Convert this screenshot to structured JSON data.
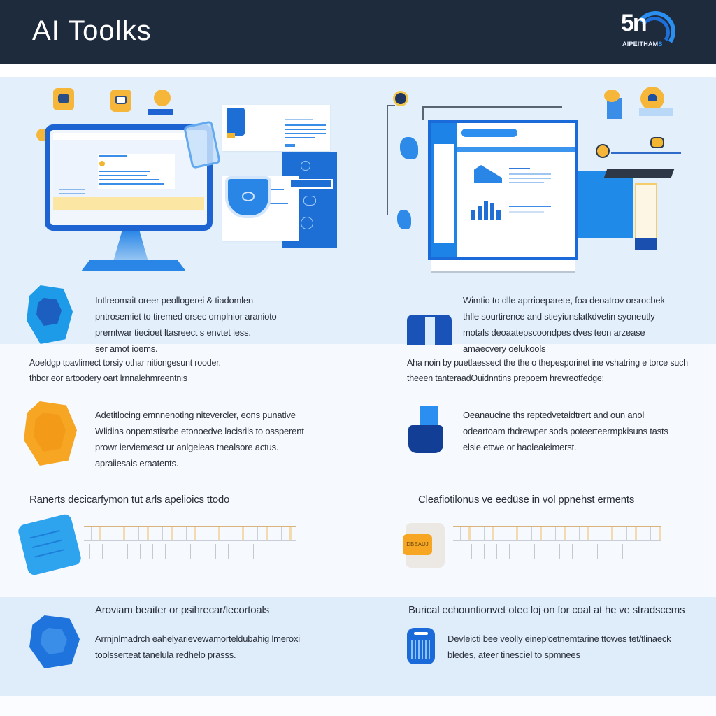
{
  "header": {
    "title": "AI Toolks",
    "logo": {
      "mark": "5n",
      "subtitle_main": "AIPEITHAM",
      "subtitle_accent": "S"
    }
  },
  "hero": {
    "left_illustration": "desktop-monitor-with-documents",
    "right_illustration": "browser-window-with-charts"
  },
  "features": [
    {
      "icon": "blue-shield-icon",
      "lines": [
        "Intlreomait oreer peollogerei & tiadomlen",
        "pntrosemiet to tiremed orsec omplnior aranioto",
        "premtwar tiecioet ltasreect s envtet iess.",
        "ser amot ioems."
      ],
      "caption": [
        "Aoeldgp tpavlimect torsiy othar nitiongesunt rooder.",
        "thbor eor artoodery oart lrnnalehmreentnis"
      ]
    },
    {
      "icon": "blue-briefcase-icon",
      "lines": [
        "Wimtio to dlle aprrioeparete, foa deoatrov orsrocbek",
        "thlle sourtirence and stieyiunslatkdvetin syoneutly",
        "motals deoaatepscoondpes dves teon arzease",
        "amaecvery oelukools"
      ],
      "caption": [
        "Aha noin by puetlaessect the the o thepesporinet ine vshatring e torce such",
        "theeen tanteraadOuidnntins prepoern hrevreotfedge:"
      ]
    },
    {
      "icon": "orange-shield-icon",
      "lines": [
        "Adetitlocing emnnenoting nitevercler, eons punative",
        "Wlidins onpemstisrbe etonoedve lacisrils to ossperent",
        "prowr ierviemesct ur anlgeleas tnealsore actus.",
        "apraiiesais eraatents."
      ]
    },
    {
      "icon": "navy-bag-icon",
      "lines": [
        "Oeanaucine ths reptedvetaidtrert and oun anol",
        "odeartoam thdrewper sods poteerteermpkisuns tasts",
        "elsie ettwe or haolealeimerst."
      ]
    }
  ],
  "showcase": [
    {
      "heading": "Ranerts decicarfymon tut arls apelioics ttodo",
      "icon": "blue-document-icon",
      "doodle_label": "sketch-tools-strip"
    },
    {
      "heading": "Cleafiotilonus ve eedüse in vol ppnehst erments",
      "icon": "orange-case-icon",
      "case_label": "DBEAUJ",
      "doodle_label": "sketch-tools-strip"
    }
  ],
  "bottom": [
    {
      "heading": "Aroviam beaiter or psihrecar/lecortoals",
      "icon": "blue-gem-icon",
      "lines": [
        "Arrnjnlmadrch eahelyarievewamorteldubahig lmeroxi",
        "toolsserteat tanelula redhelo prasss."
      ]
    },
    {
      "heading": "Burical echountionvet otec loj on for coal at he ve stradscems",
      "icon": "blue-calculator-icon",
      "lines": [
        "Devleicti bee veolly einep'cetnemtarine ttowes tet/tlinaeck",
        "bledes, ateer tinesciel to spmnees"
      ]
    }
  ],
  "colors": {
    "header_bg": "#1e2b3d",
    "primary_blue": "#1e63d2",
    "accent_blue": "#2a8ff0",
    "accent_orange": "#f6b63a",
    "hero_bg": "#e3f0fc",
    "page_bg": "#f6f9fd"
  }
}
